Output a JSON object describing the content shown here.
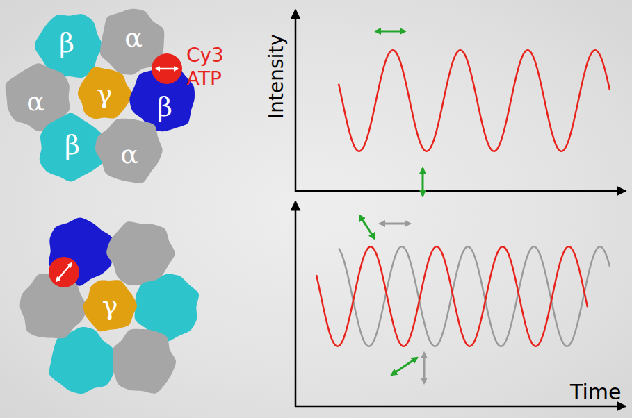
{
  "diagram": {
    "nodes": [
      {
        "text": [
          "β"
        ]
      },
      {
        "text": [
          "α"
        ]
      },
      {
        "text": [
          "α"
        ]
      },
      {
        "text": [
          "γ"
        ]
      },
      {
        "text": [
          "β"
        ]
      },
      {
        "text": [
          "β"
        ]
      },
      {
        "text": [
          "α"
        ]
      },
      {
        "text": [
          "γ"
        ]
      }
    ],
    "labels": [
      "Cy3",
      "ATP",
      "Intensity",
      "Time"
    ]
  }
}
